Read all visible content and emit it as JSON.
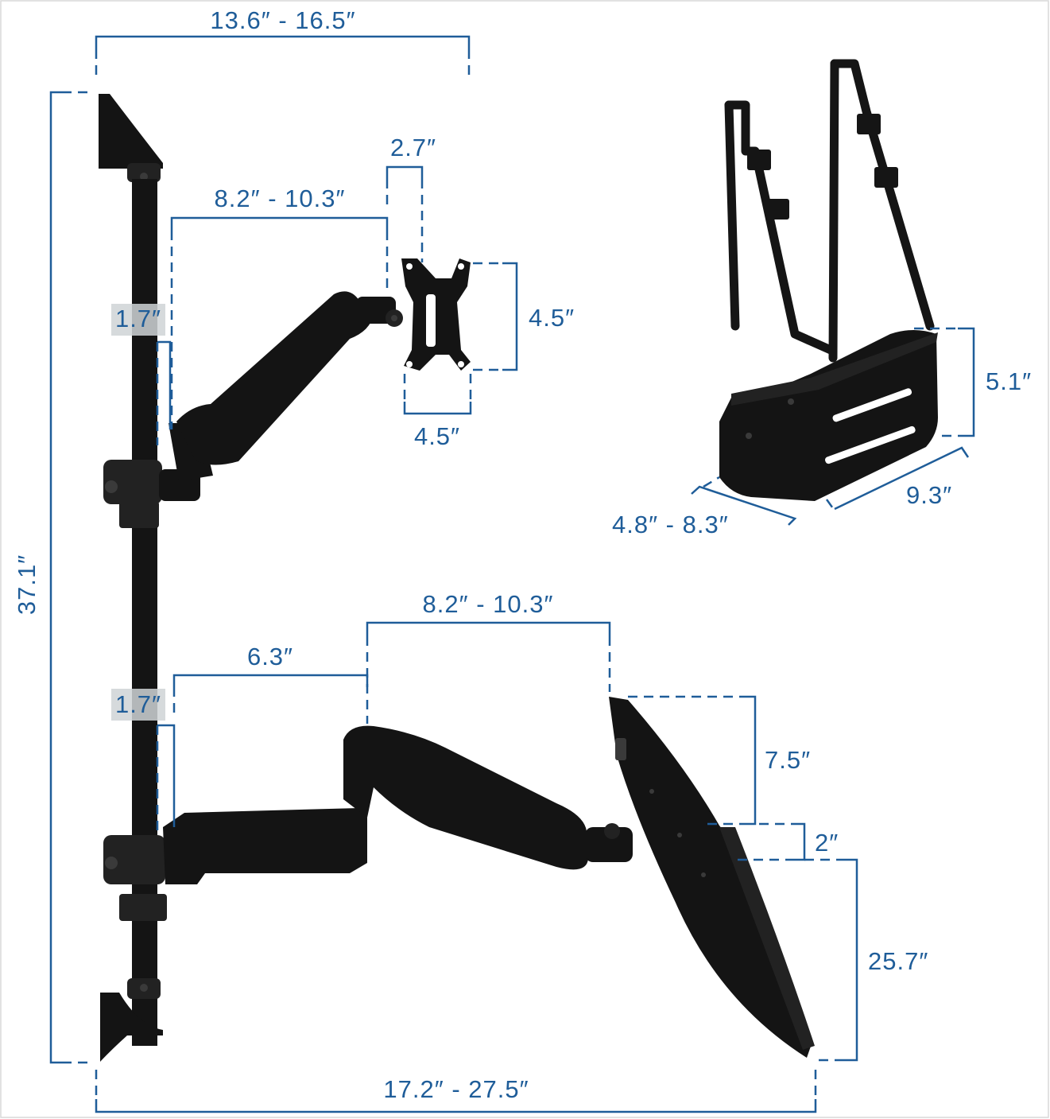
{
  "dimensions": {
    "top_width": "13.6″ - 16.5″",
    "total_height": "37.1″",
    "monitor_arm_reach": "8.2″ - 10.3″",
    "vesa_offset": "2.7″",
    "vesa_height": "4.5″",
    "vesa_width": "4.5″",
    "monitor_clamp": "1.7″",
    "keyboard_clamp": "1.7″",
    "keyboard_arm_first": "6.3″",
    "keyboard_arm_reach": "8.2″ - 10.3″",
    "tray_top_height": "7.5″",
    "tray_lip": "2″",
    "tray_depth": "25.7″",
    "bottom_width": "17.2″ - 27.5″",
    "cpu_height": "5.1″",
    "cpu_length": "9.3″",
    "cpu_width": "4.8″ - 8.3″"
  },
  "colors": {
    "dimension": "#1f5d99",
    "product": "#141414",
    "background": "#ffffff"
  }
}
